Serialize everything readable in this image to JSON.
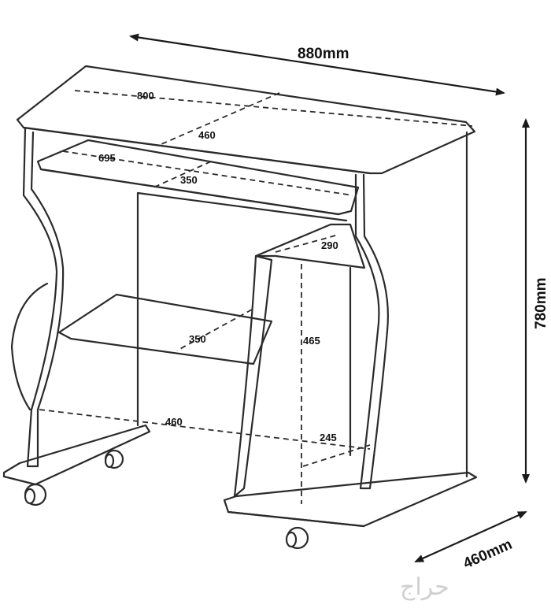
{
  "dimensions": {
    "width": "880mm",
    "height": "780mm",
    "depth": "460mm"
  },
  "inner_dimensions": {
    "top_width": "800",
    "top_depth": "460",
    "keyboard_width": "695",
    "keyboard_depth": "350",
    "cabinet_top_depth": "290",
    "shelf_depth": "350",
    "cabinet_height": "465",
    "base_width": "460",
    "base_depth": "245"
  },
  "watermark": "حراج"
}
